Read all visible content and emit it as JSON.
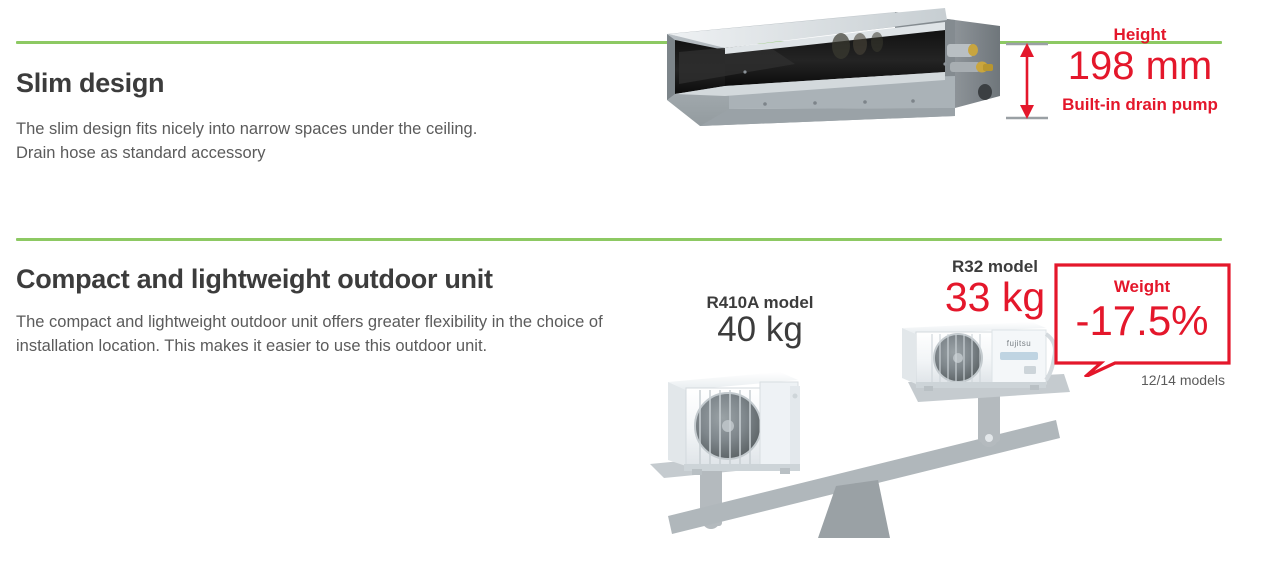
{
  "theme": {
    "accent_green": "#8dc963",
    "accent_red": "#e4172b",
    "heading_color": "#3c3c3c",
    "body_color": "#5b5b5b"
  },
  "sections": [
    {
      "id": "slim-design",
      "title": "Slim design",
      "body": "The slim design fits nicely into narrow spaces under the ceiling.\nDrain hose as standard accessory",
      "callout": {
        "label": "Height",
        "value": "198 mm",
        "note": "Built-in drain pump"
      },
      "image": "slim-duct-indoor-unit"
    },
    {
      "id": "compact-outdoor-unit",
      "title": "Compact and lightweight outdoor unit",
      "body": "The compact and lightweight outdoor unit offers greater flexibility in the choice of installation location. This makes it easier to use this outdoor unit.",
      "comparison": {
        "left": {
          "model_label": "R410A model",
          "weight": "40 kg"
        },
        "right": {
          "model_label": "R32 model",
          "weight": "33 kg"
        }
      },
      "callout": {
        "label": "Weight",
        "value": "-17.5%",
        "note": "12/14 models"
      },
      "image": "seesaw-balance-with-two-outdoor-units"
    }
  ],
  "icons": {
    "height_arrow": "double-headed-vertical-arrow",
    "brand_mark": "fujitsu"
  }
}
